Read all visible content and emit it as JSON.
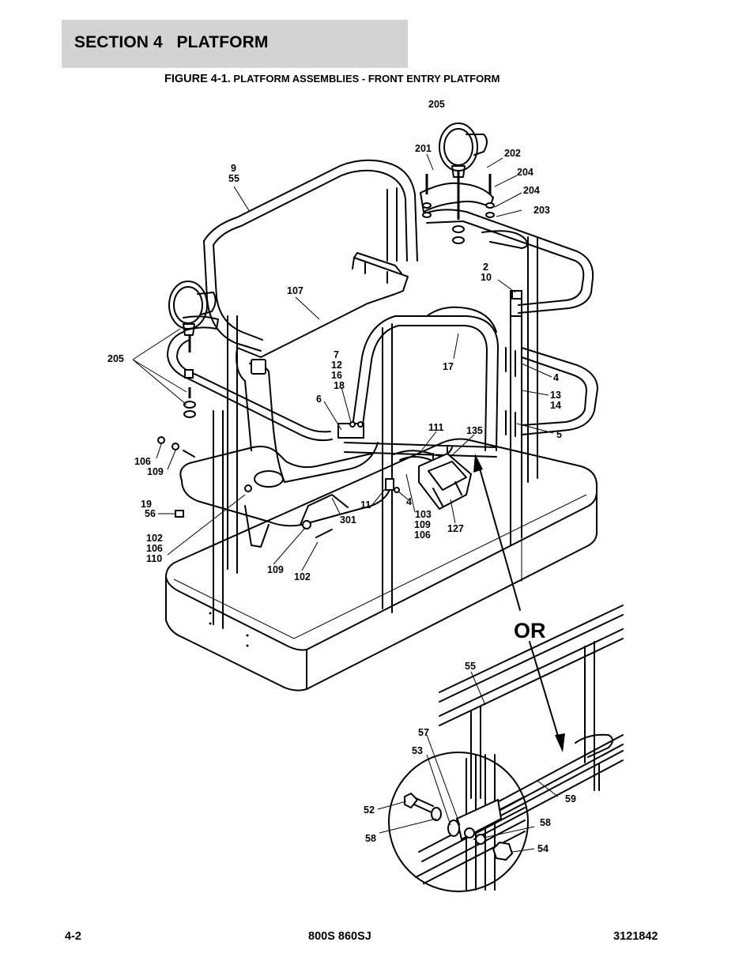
{
  "header": {
    "section_title": "SECTION 4   PLATFORM",
    "figure_caption_prefix": "FIGURE 4-1.",
    "figure_caption_text": " PLATFORM ASSEMBLIES - FRONT ENTRY PLATFORM"
  },
  "diagram": {
    "or_label": "OR",
    "callouts": {
      "c205_top": "205",
      "c201": "201",
      "c202": "202",
      "c204_a": "204",
      "c204_b": "204",
      "c203": "203",
      "c9": "9",
      "c55_top": "55",
      "c2": "2",
      "c10": "10",
      "c107": "107",
      "c205_left": "205",
      "c7": "7",
      "c12": "12",
      "c16": "16",
      "c18": "18",
      "c17": "17",
      "c4_right": "4",
      "c13": "13",
      "c14": "14",
      "c6": "6",
      "c5": "5",
      "c111": "111",
      "c135": "135",
      "c106_a": "106",
      "c109_a": "109",
      "c19": "19",
      "c56": "56",
      "c11": "11",
      "c4_mid": "4",
      "c301": "301",
      "c103": "103",
      "c109_b": "109",
      "c106_b": "106",
      "c127": "127",
      "c102_a": "102",
      "c106_c": "106",
      "c110": "110",
      "c109_c": "109",
      "c102_b": "102",
      "c55_detail": "55",
      "c57": "57",
      "c53": "53",
      "c52": "52",
      "c58_a": "58",
      "c58_b": "58",
      "c59": "59",
      "c54": "54"
    }
  },
  "footer": {
    "page_number": "4-2",
    "model": "800S 860SJ",
    "part_number": "3121842"
  }
}
